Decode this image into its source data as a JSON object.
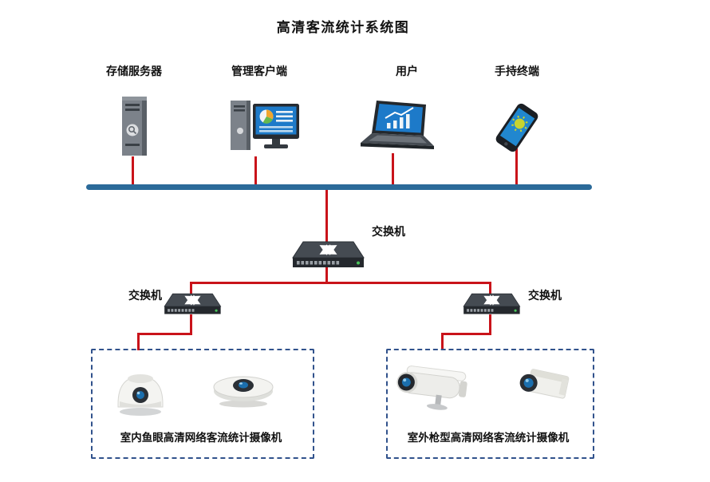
{
  "title": "高清客流统计系统图",
  "top_devices": [
    {
      "id": "storage-server",
      "label": "存储服务器"
    },
    {
      "id": "management-client",
      "label": "管理客户端"
    },
    {
      "id": "user",
      "label": "用户"
    },
    {
      "id": "handheld-terminal",
      "label": "手持终端"
    }
  ],
  "switches": {
    "core": {
      "label": "交换机"
    },
    "left": {
      "label": "交换机"
    },
    "right": {
      "label": "交换机"
    }
  },
  "camera_groups": {
    "indoor": {
      "label": "室内鱼眼高清网络客流统计摄像机",
      "cameras": [
        "fisheye-dome-camera",
        "fisheye-flat-camera"
      ]
    },
    "outdoor": {
      "label": "室外枪型高清网络客流统计摄像机",
      "cameras": [
        "bullet-camera",
        "box-camera"
      ]
    }
  },
  "colors": {
    "bus": "#2b6a99",
    "link": "#c9131a",
    "group_border": "#31528c"
  }
}
